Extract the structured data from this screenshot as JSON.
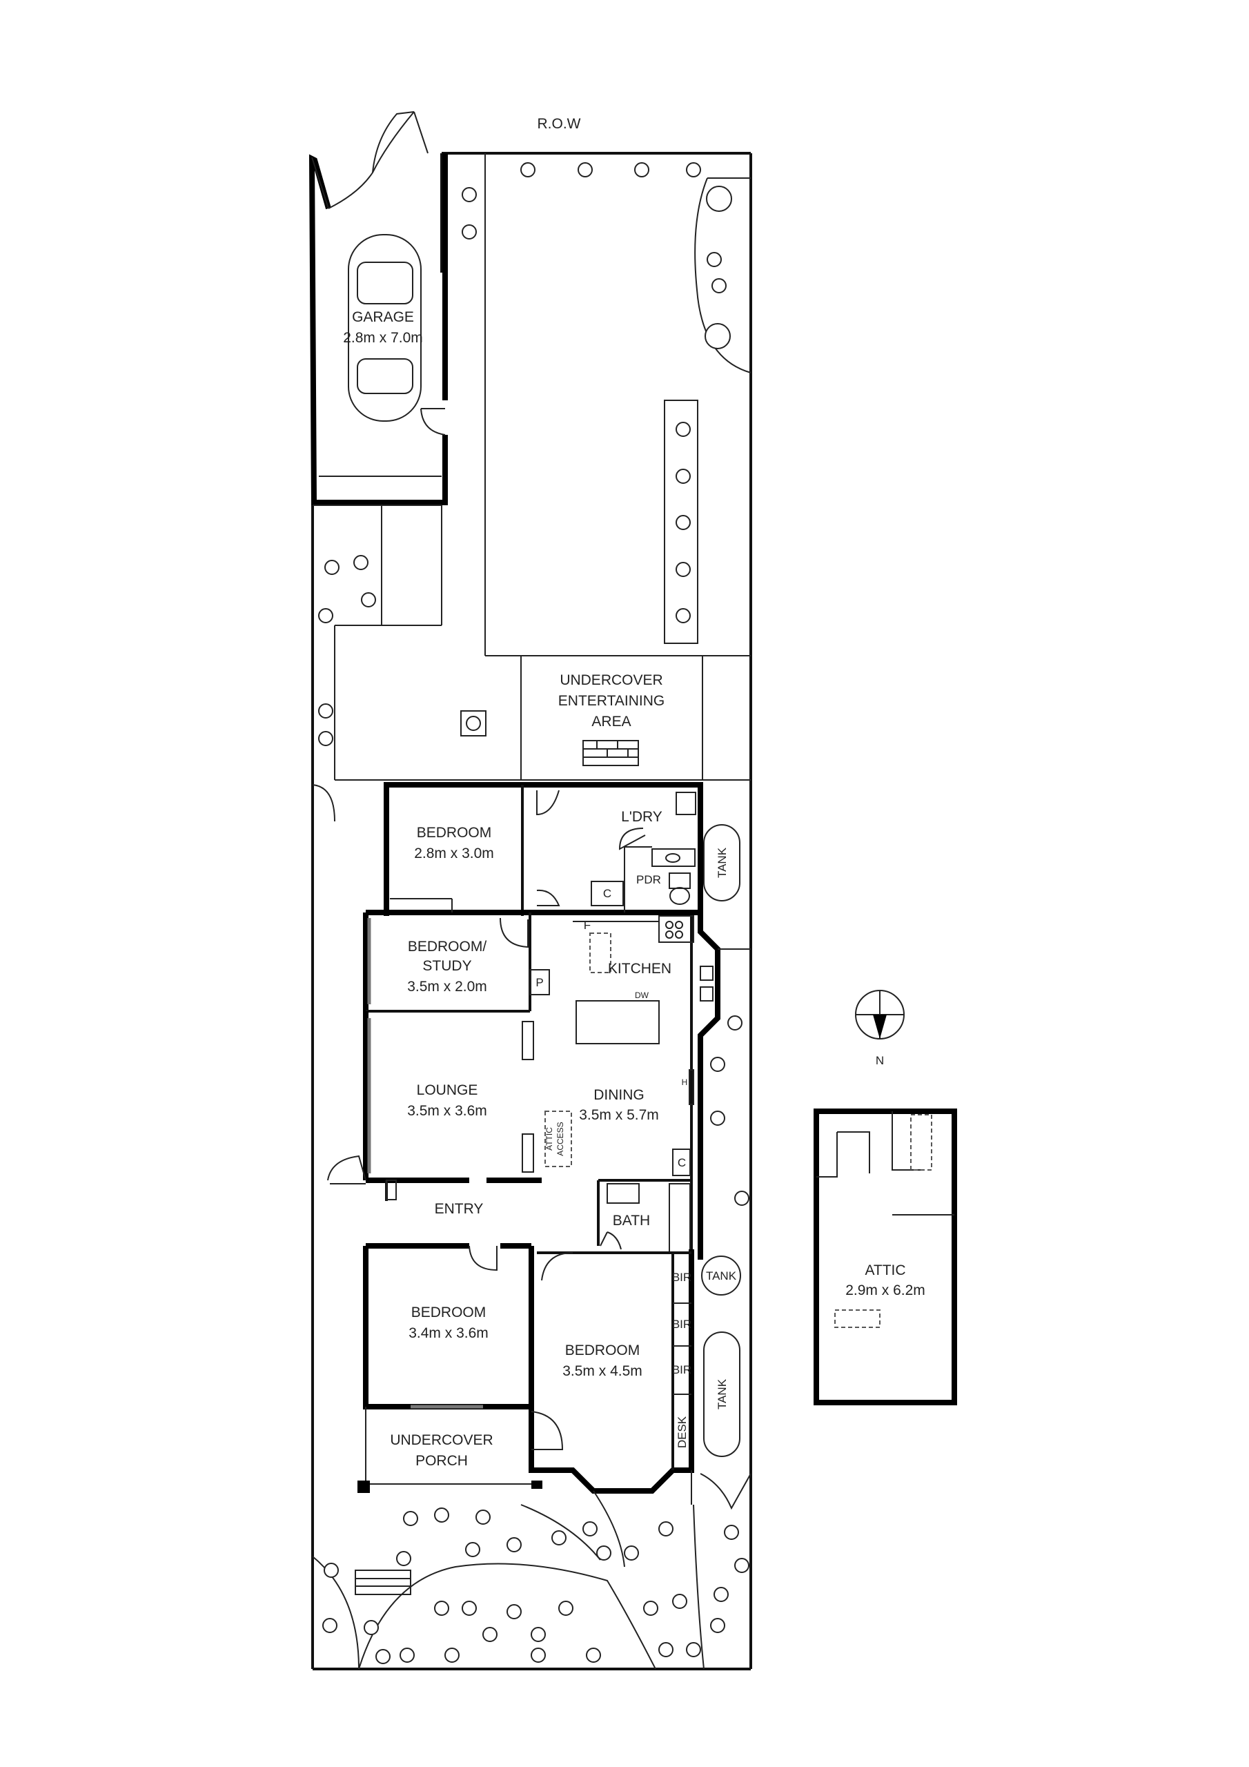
{
  "labels": {
    "row": "R.O.W",
    "garage_name": "GARAGE",
    "garage_size": "2.8m x 7.0m",
    "entertaining_l1": "UNDERCOVER",
    "entertaining_l2": "ENTERTAINING",
    "entertaining_l3": "AREA",
    "bedroom_rear_name": "BEDROOM",
    "bedroom_rear_size": "2.8m x 3.0m",
    "laundry": "L'DRY",
    "powder": "PDR",
    "cupboard_c1": "C",
    "tank_top": "TANK",
    "study_l1": "BEDROOM/",
    "study_l2": "STUDY",
    "study_size": "3.5m x 2.0m",
    "pantry": "P",
    "fridge": "F",
    "kitchen": "KITCHEN",
    "dishwasher": "DW",
    "lounge_name": "LOUNGE",
    "lounge_size": "3.5m x 3.6m",
    "dining_name": "DINING",
    "dining_size": "3.5m x 5.7m",
    "heater": "H",
    "attic_access_l1": "ATTIC",
    "attic_access_l2": "ACCESS",
    "cupboard_c2": "C",
    "entry": "ENTRY",
    "bath": "BATH",
    "bedroom_front_name": "BEDROOM",
    "bedroom_front_size": "3.4m x 3.6m",
    "bedroom_main_name": "BEDROOM",
    "bedroom_main_size": "3.5m x 4.5m",
    "bir1": "BIR",
    "bir2": "BIR",
    "bir3": "BIR",
    "desk": "DESK",
    "tank_mid": "TANK",
    "tank_low": "TANK",
    "porch_l1": "UNDERCOVER",
    "porch_l2": "PORCH",
    "compass_n": "N",
    "attic_name": "ATTIC",
    "attic_size": "2.9m x 6.2m"
  }
}
